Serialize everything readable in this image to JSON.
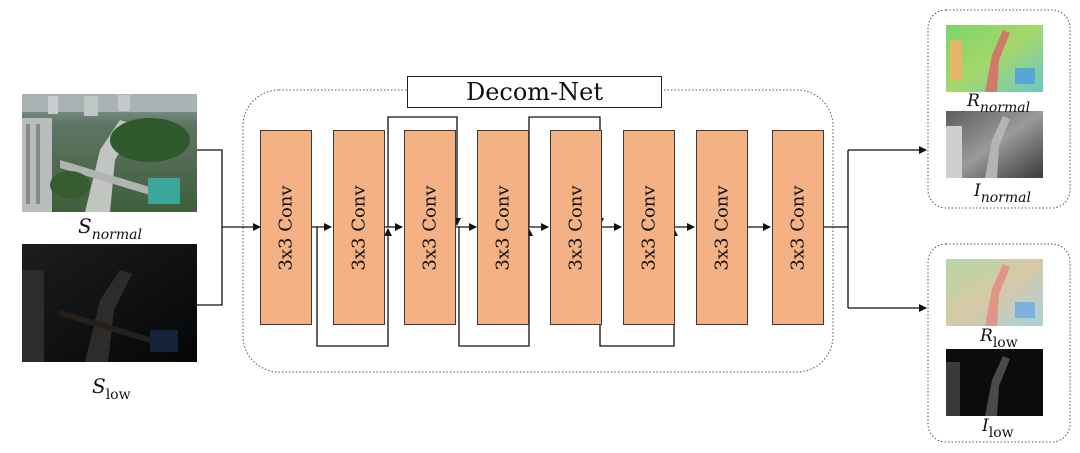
{
  "title": "Decom-Net",
  "conv_label": "3x3 Conv",
  "inputs": {
    "normal": {
      "base": "S",
      "sub": "normal"
    },
    "low": {
      "base": "S",
      "sub": "low"
    }
  },
  "outputs": {
    "r_normal": {
      "base": "R",
      "sub": "normal"
    },
    "i_normal": {
      "base": "I",
      "sub": "normal"
    },
    "r_low": {
      "base": "R",
      "sub": "low"
    },
    "i_low": {
      "base": "I",
      "sub": "low"
    }
  }
}
